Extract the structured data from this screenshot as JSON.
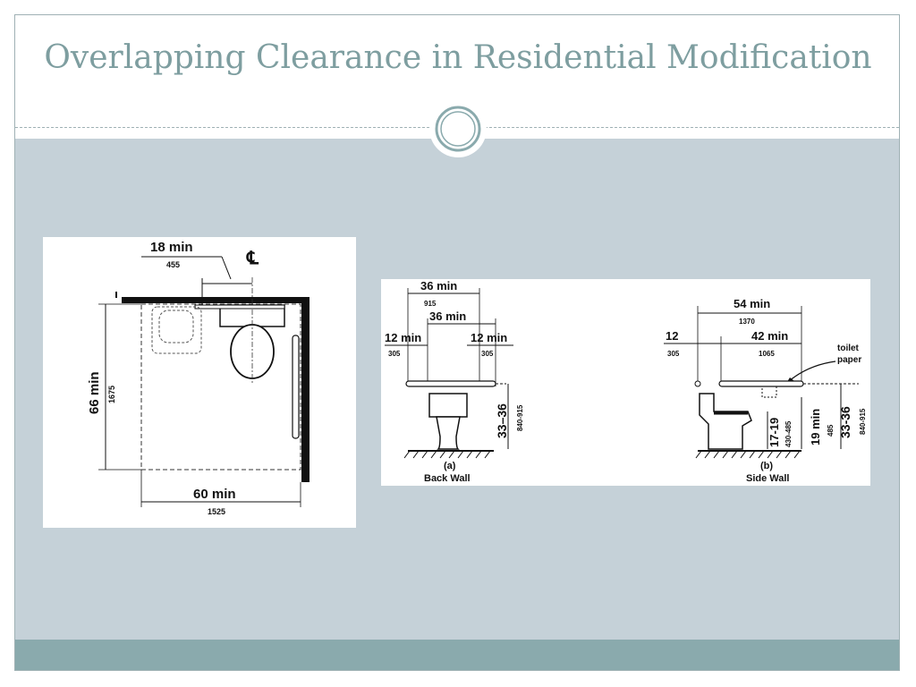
{
  "slide": {
    "title": "Overlapping Clearance in Residential Modification"
  },
  "plan_diagram": {
    "top_dim": "18 min",
    "top_dim_mm": "455",
    "centerline": "℄",
    "left_dim": "66 min",
    "left_dim_mm": "1675",
    "bottom_dim": "60 min",
    "bottom_dim_mm": "1525"
  },
  "elevation_diagram": {
    "back_wall": {
      "outer_dim": "36 min",
      "outer_dim_mm": "915",
      "inner_dim": "36 min",
      "left_dim": "12 min",
      "left_dim_mm": "305",
      "right_dim": "12 min",
      "right_dim_mm": "305",
      "height_dim": "33–36",
      "height_dim_mm": "840-915",
      "label_letter": "(a)",
      "label": "Back Wall"
    },
    "side_wall": {
      "outer_dim": "54 min",
      "outer_dim_mm": "1370",
      "left_dim": "12",
      "left_dim_mm": "305",
      "right_dim": "42 min",
      "right_dim_mm": "1065",
      "callout_line1": "toilet",
      "callout_line2": "paper",
      "seat_dim": "17-19",
      "seat_dim_mm": "430-485",
      "mid_dim": "19 min",
      "mid_dim_mm": "485",
      "height_dim": "33-36",
      "height_dim_mm": "840-915",
      "label_letter": "(b)",
      "label": "Side Wall"
    }
  }
}
